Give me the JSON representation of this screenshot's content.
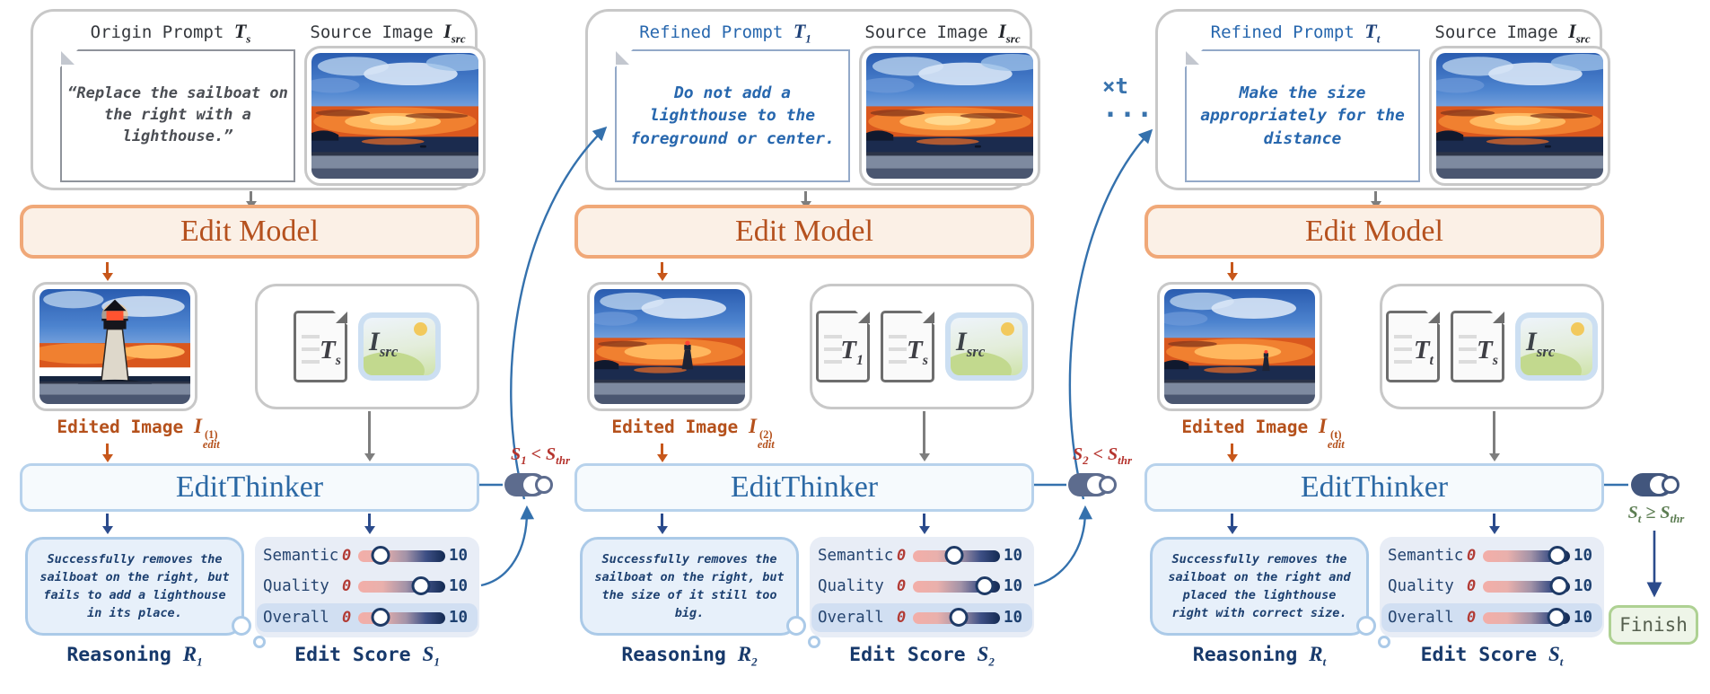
{
  "figure": {
    "loop_times": "×t",
    "loop_dots": "...",
    "finish_label": "Finish"
  },
  "gates": [
    {
      "lhs": "S",
      "lhs_sub": "1",
      "op": "<",
      "rhs": "S",
      "rhs_sub": "thr"
    },
    {
      "lhs": "S",
      "lhs_sub": "2",
      "op": "<",
      "rhs": "S",
      "rhs_sub": "thr"
    },
    {
      "lhs": "S",
      "lhs_sub": "t",
      "op": "≥",
      "rhs": "S",
      "rhs_sub": "thr"
    }
  ],
  "panels": [
    {
      "prompt_label": "Origin Prompt",
      "prompt_var": "T",
      "prompt_var_sub": "s",
      "source_label": "Source Image",
      "source_var": "I",
      "source_var_sub": "src",
      "prompt_text": "“Replace the sailboat on the right with a lighthouse.”",
      "note_style": "gray",
      "model_label": "Edit Model",
      "edited_label": "Edited Image",
      "edited_var": "I",
      "edited_sup": "(1)",
      "edited_sub": "edit",
      "edited_variant": "v1",
      "docs": [
        {
          "main": "T",
          "sub": "s"
        }
      ],
      "img_icon": {
        "main": "I",
        "sub": "src"
      },
      "thinker_label": "EditThinker",
      "reasoning_text": "Successfully removes the sailboat on the right, but fails to add a lighthouse in its place.",
      "reasoning_label": "Reasoning",
      "reasoning_var": "R",
      "reasoning_var_sub": "1",
      "score_label": "Edit Score",
      "score_var": "S",
      "score_var_sub": "1",
      "sliders": [
        {
          "label": "Semantic",
          "min": "0",
          "max": "10",
          "pct": 26
        },
        {
          "label": "Quality",
          "min": "0",
          "max": "10",
          "pct": 72
        },
        {
          "label": "Overall",
          "min": "0",
          "max": "10",
          "pct": 26
        }
      ]
    },
    {
      "prompt_label": "Refined Prompt",
      "prompt_var": "T",
      "prompt_var_sub": "1",
      "source_label": "Source Image",
      "source_var": "I",
      "source_var_sub": "src",
      "prompt_text": "Do not add a lighthouse to the foreground or center.",
      "note_style": "blue",
      "model_label": "Edit Model",
      "edited_label": "Edited Image",
      "edited_var": "I",
      "edited_sup": "(2)",
      "edited_sub": "edit",
      "edited_variant": "v2",
      "docs": [
        {
          "main": "T",
          "sub": "1"
        },
        {
          "main": "T",
          "sub": "s"
        }
      ],
      "img_icon": {
        "main": "I",
        "sub": "src"
      },
      "thinker_label": "EditThinker",
      "reasoning_text": "Successfully removes the sailboat on the right, but the size of it still too big.",
      "reasoning_label": "Reasoning",
      "reasoning_var": "R",
      "reasoning_var_sub": "2",
      "score_label": "Edit Score",
      "score_var": "S",
      "score_var_sub": "2",
      "sliders": [
        {
          "label": "Semantic",
          "min": "0",
          "max": "10",
          "pct": 47
        },
        {
          "label": "Quality",
          "min": "0",
          "max": "10",
          "pct": 82
        },
        {
          "label": "Overall",
          "min": "0",
          "max": "10",
          "pct": 53
        }
      ]
    },
    {
      "prompt_label": "Refined Prompt",
      "prompt_var": "T",
      "prompt_var_sub": "t",
      "source_label": "Source Image",
      "source_var": "I",
      "source_var_sub": "src",
      "prompt_text": "Make the size appropriately for the distance",
      "note_style": "blue",
      "model_label": "Edit Model",
      "edited_label": "Edited Image",
      "edited_var": "I",
      "edited_sup": "(t)",
      "edited_sub": "edit",
      "edited_variant": "v3",
      "docs": [
        {
          "main": "T",
          "sub": "t"
        },
        {
          "main": "T",
          "sub": "s"
        }
      ],
      "img_icon": {
        "main": "I",
        "sub": "src"
      },
      "thinker_label": "EditThinker",
      "reasoning_text": "Successfully removes the sailboat on the right and placed the lighthouse right with correct size.",
      "reasoning_label": "Reasoning",
      "reasoning_var": "R",
      "reasoning_var_sub": "t",
      "score_label": "Edit Score",
      "score_var": "S",
      "score_var_sub": "t",
      "sliders": [
        {
          "label": "Semantic",
          "min": "0",
          "max": "10",
          "pct": 86
        },
        {
          "label": "Quality",
          "min": "0",
          "max": "10",
          "pct": 88
        },
        {
          "label": "Overall",
          "min": "0",
          "max": "10",
          "pct": 85
        }
      ]
    }
  ]
}
